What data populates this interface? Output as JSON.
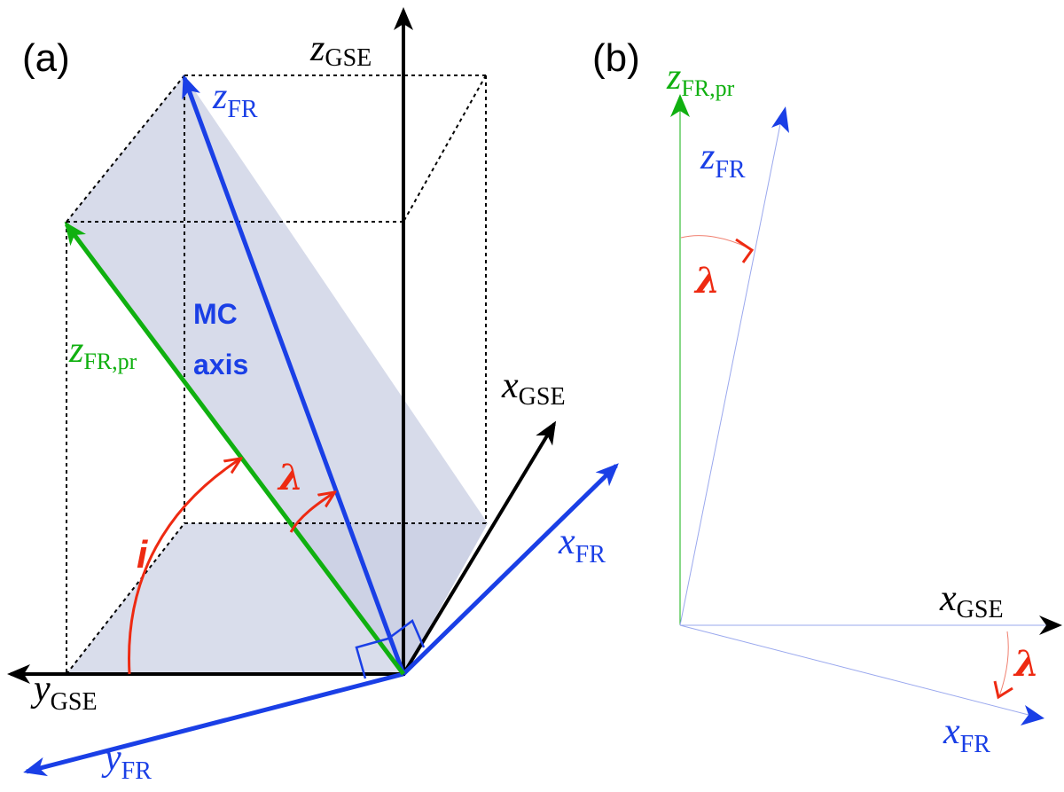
{
  "panels": {
    "a": "(a)",
    "b": "(b)"
  },
  "labels_a": {
    "z_gse_main": "z",
    "z_gse_sub": "GSE",
    "z_fr_main": "z",
    "z_fr_sub": "FR",
    "z_frpr_main": "z",
    "z_frpr_sub": "FR,pr",
    "x_gse_main": "x",
    "x_gse_sub": "GSE",
    "x_fr_main": "x",
    "x_fr_sub": "FR",
    "y_gse_main": "y",
    "y_gse_sub": "GSE",
    "y_fr_main": "y",
    "y_fr_sub": "FR",
    "mc_line1": "MC",
    "mc_line2": "axis",
    "lambda": "λ",
    "i": "i"
  },
  "labels_b": {
    "z_frpr_main": "z",
    "z_frpr_sub": "FR,pr",
    "z_fr_main": "z",
    "z_fr_sub": "FR",
    "lambda_top": "λ",
    "x_gse_main": "x",
    "x_gse_sub": "GSE",
    "lambda_bottom": "λ",
    "x_fr_main": "x",
    "x_fr_sub": "FR"
  },
  "colors": {
    "gse": "#000000",
    "fr": "#1a3fe6",
    "fr_pr": "#10b010",
    "angle": "#ee2a12",
    "plane_fill": "#c9cfe3"
  }
}
